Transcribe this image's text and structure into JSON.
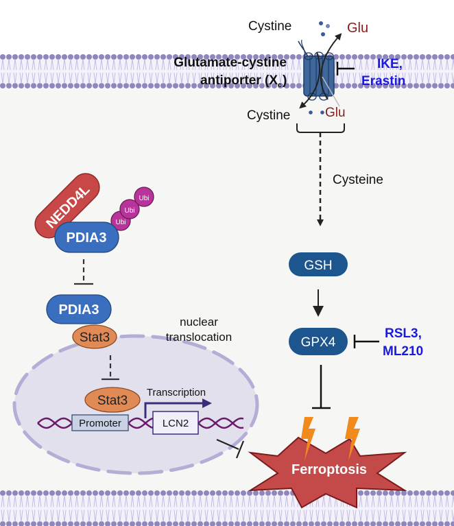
{
  "extracellular": {
    "cystine_label": "Cystine",
    "glu_label": "Glu"
  },
  "transporter": {
    "name_line1": "Glutamate-cystine",
    "name_line2": "antiporter (X",
    "name_subscript": "c",
    "name_close": ")",
    "inhibitors_line1": "IKE,",
    "inhibitors_line2": "Erastin"
  },
  "intracellular": {
    "cystine_label": "Cystine",
    "glu_label": "Glu",
    "cysteine_label": "Cysteine"
  },
  "ferroptosis_pathway": {
    "gsh_label": "GSH",
    "gpx4_label": "GPX4",
    "gpx4_inhibitors_line1": "RSL3,",
    "gpx4_inhibitors_line2": "ML210",
    "ferroptosis_label": "Ferroptosis"
  },
  "ubiquitination": {
    "ligase_label": "NEDD4L",
    "substrate_label": "PDIA3",
    "ubi_labels": [
      "Ubi",
      "Ubi",
      "Ubi"
    ]
  },
  "stat3_complex": {
    "pdia3_label": "PDIA3",
    "stat3_label": "Stat3",
    "translocation_line1": "nuclear",
    "translocation_line2": "translocation"
  },
  "nucleus": {
    "stat3_label": "Stat3",
    "transcription_label": "Transcription",
    "promoter_label": "Promoter",
    "gene_label": "LCN2"
  },
  "colors": {
    "membrane": "#8f86bd",
    "pdia3": "#3a6fbf",
    "nedd4l": "#c84848",
    "ubi": "#b8349a",
    "stat3": "#e08a55",
    "gsh_gpx4": "#1d568f",
    "inhibitor_text": "#1a1adc",
    "glu_text": "#8b1a1a",
    "ferroptosis": "#c44a4a",
    "bolt": "#f08a1c",
    "nucleus_fill": "#e2e0ec",
    "nucleus_border": "#b4aed6",
    "dna": "#6a1a6a"
  }
}
